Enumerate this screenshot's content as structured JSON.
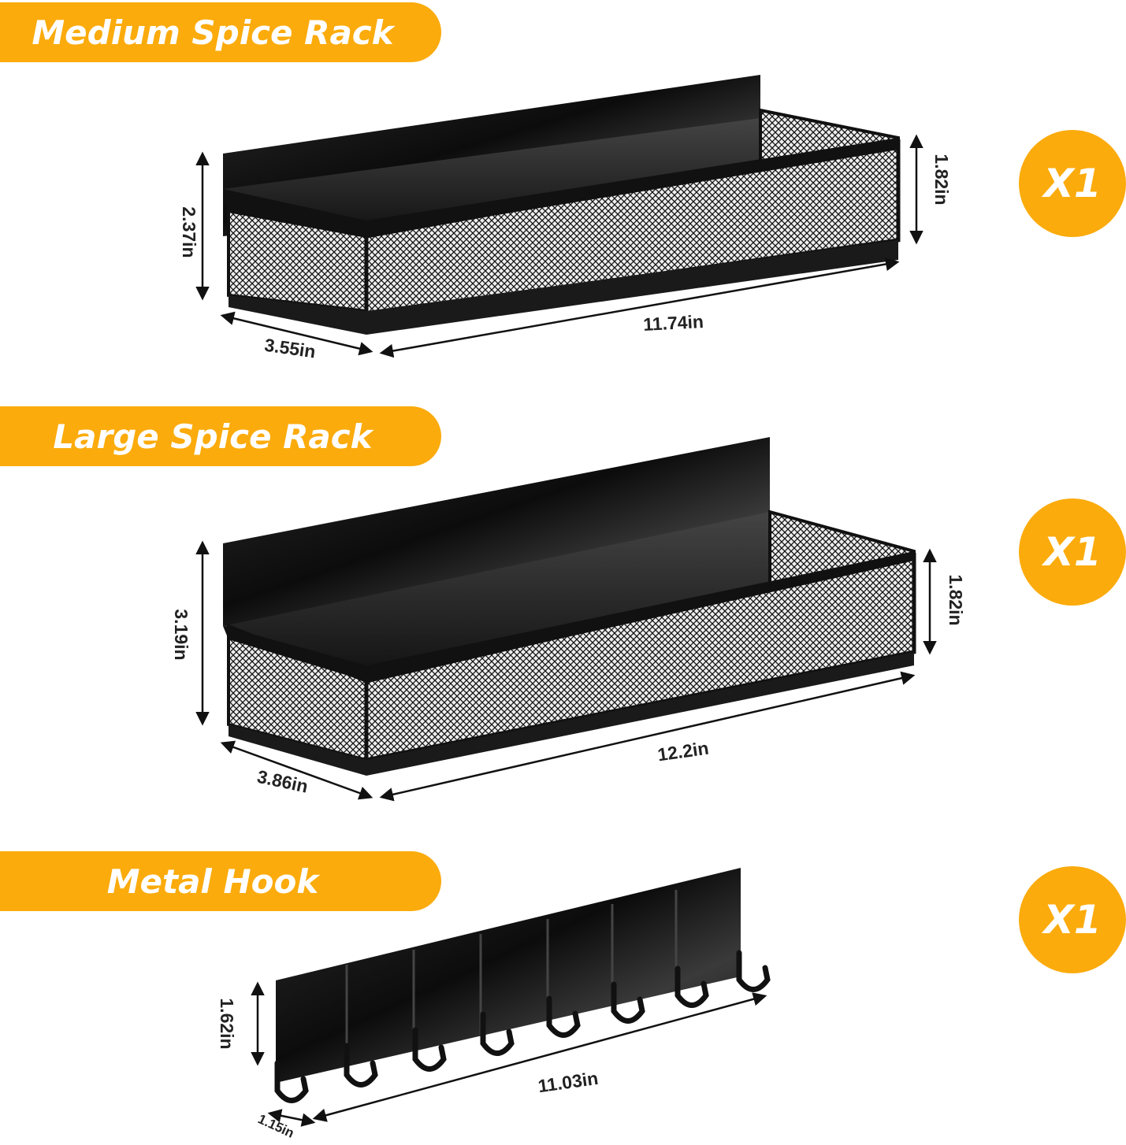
{
  "sections": [
    {
      "title": "Medium Spice Rack",
      "quantity": "X1",
      "dimensions": {
        "height": "2.37in",
        "depth": "3.55in",
        "length": "11.74in",
        "basket_height": "1.82in"
      }
    },
    {
      "title": "Large Spice Rack",
      "quantity": "X1",
      "dimensions": {
        "height": "3.19in",
        "depth": "3.86in",
        "length": "12.2in",
        "basket_height": "1.82in"
      }
    },
    {
      "title": "Metal Hook",
      "quantity": "X1",
      "dimensions": {
        "height": "1.62in",
        "depth": "1.15in",
        "length": "11.03in"
      }
    }
  ],
  "colors": {
    "accent": "#fbab0c",
    "product": "#111111",
    "text": "#222222"
  }
}
